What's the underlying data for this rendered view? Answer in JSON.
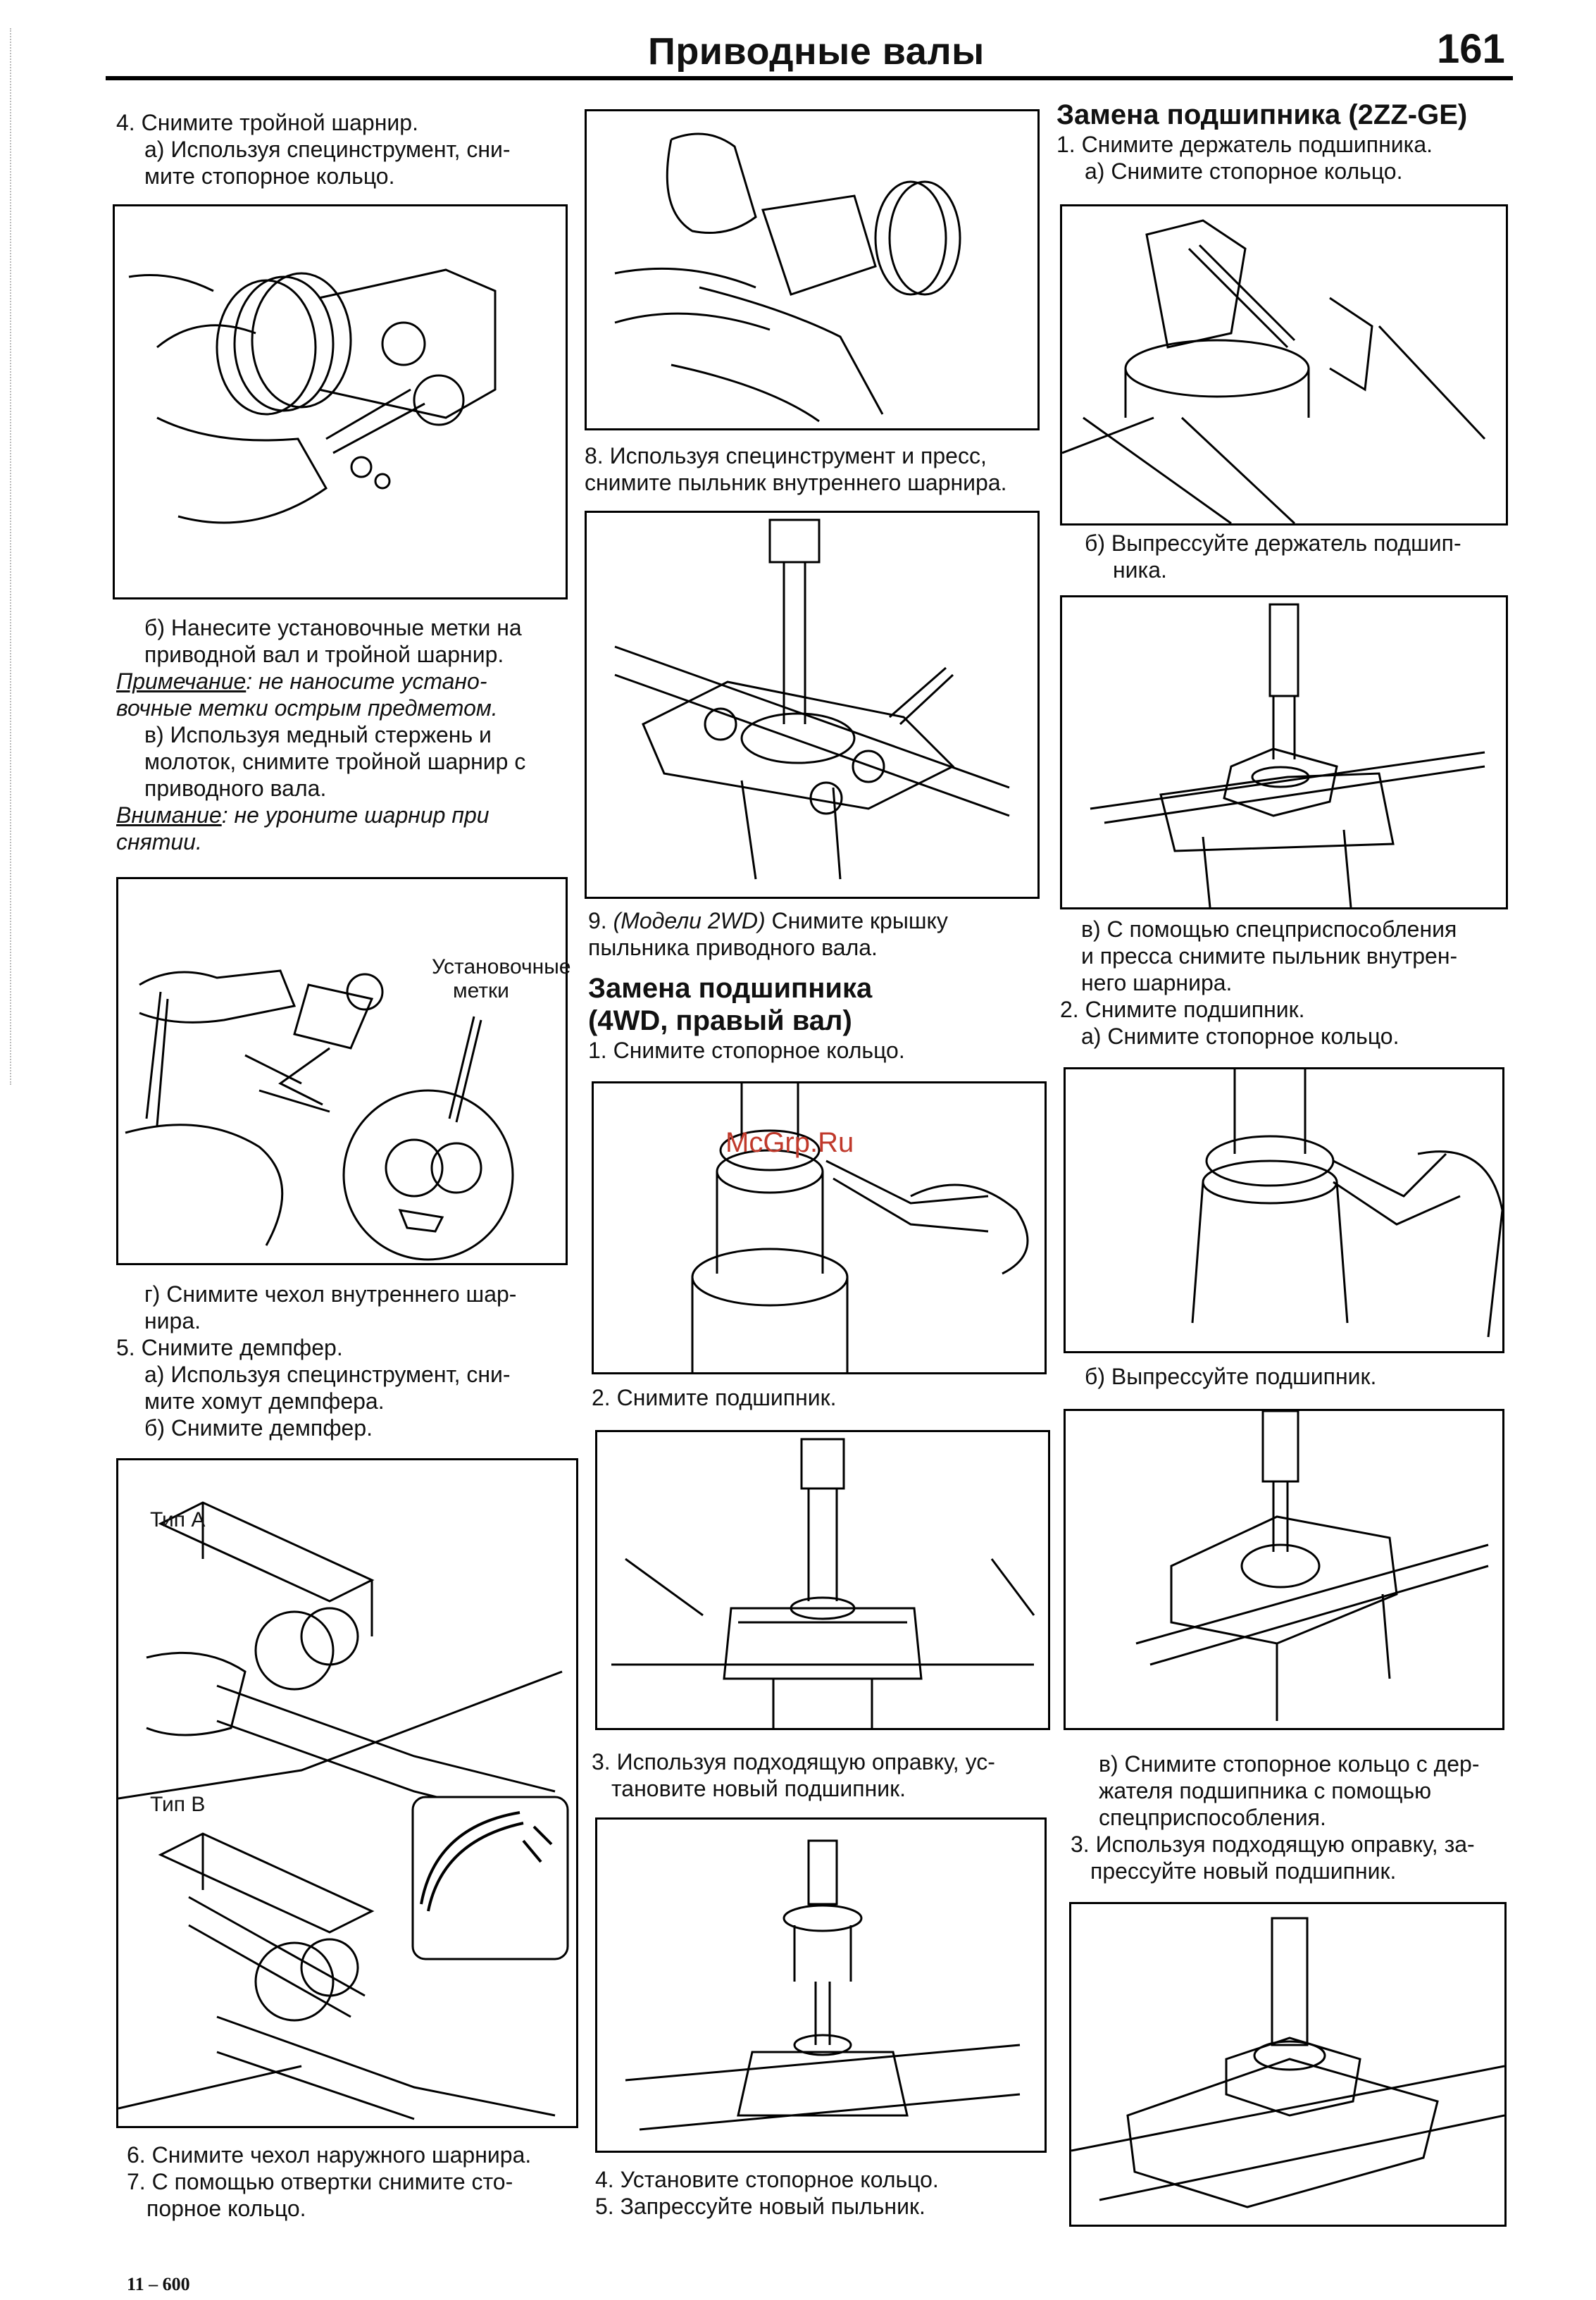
{
  "header": {
    "title": "Приводные валы",
    "page_number": "161"
  },
  "watermark": "McGrp.Ru",
  "footer": "11 – 600",
  "col1": {
    "t1": "4. Снимите тройной шарнир.",
    "t2": "а) Используя специнструмент, сни-",
    "t3": "мите стопорное кольцо.",
    "t4": "б) Нанесите установочные метки на",
    "t5": "приводной вал и тройной шарнир.",
    "note1_head": "Примечание",
    "note1_a": ": не наносите устано-",
    "note1_b": "вочные метки острым предметом.",
    "t6": "в) Используя медный стержень и",
    "t7": "молоток, снимите тройной шарнир с",
    "t8": "приводного вала.",
    "note2_head": "Внимание",
    "note2_a": ": не уроните шарнир при",
    "note2_b": "снятии.",
    "fig_label_1": "Установочные",
    "fig_label_2": "метки",
    "t9": "г) Снимите чехол внутреннего шар-",
    "t10": "нира.",
    "t11": "5. Снимите демпфер.",
    "t12": "а) Используя специнструмент, сни-",
    "t13": "мите хомут демпфера.",
    "t14": "б) Снимите демпфер.",
    "type_a": "Тип А",
    "type_b": "Тип В",
    "t15": "6. Снимите чехол наружного шарнира.",
    "t16": "7. С помощью отвертки снимите сто-",
    "t17": "порное кольцо."
  },
  "col2": {
    "t1": "8. Используя специнструмент и пресс,",
    "t2": "снимите пыльник внутреннего шарнира.",
    "t3_num": "9. ",
    "t3_it": "(Модели 2WD)",
    "t3_rest": " Снимите крышку",
    "t4": "пыльника приводного вала.",
    "h1": "Замена подшипника",
    "h2": "(4WD, правый вал)",
    "t5": "1. Снимите стопорное кольцо.",
    "t6": "2. Снимите подшипник.",
    "t7": "3. Используя подходящую оправку, ус-",
    "t8": "тановите новый подшипник.",
    "t9": "4. Установите стопорное кольцо.",
    "t10": "5. Запрессуйте новый пыльник."
  },
  "col3": {
    "h1": "Замена подшипника (2ZZ-GE)",
    "t1": "1. Снимите держатель подшипника.",
    "t2": "а) Снимите стопорное кольцо.",
    "t3": "б) Выпрессуйте держатель подшип-",
    "t4": "ника.",
    "t5": "в) С помощью спецприспособления",
    "t6": "и пресса снимите пыльник внутрен-",
    "t7": "него шарнира.",
    "t8": "2. Снимите подшипник.",
    "t9": "а) Снимите стопорное кольцо.",
    "t10": "б) Выпрессуйте подшипник.",
    "t11": "в) Снимите стопорное кольцо с дер-",
    "t12": "жателя подшипника с помощью",
    "t13": "спецприспособления.",
    "t14": "3. Используя подходящую оправку, за-",
    "t15": "прессуйте новый подшипник."
  }
}
